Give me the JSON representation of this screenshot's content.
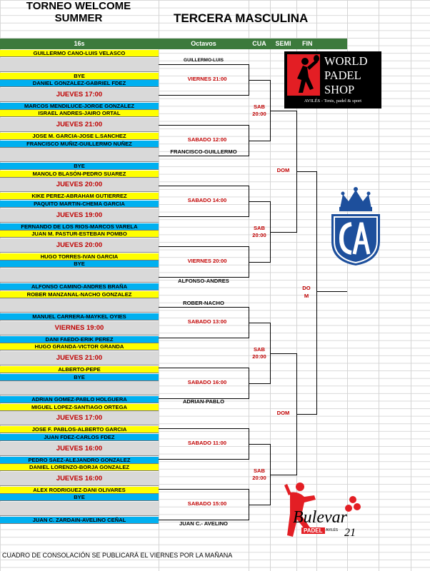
{
  "title1": "TORNEO WELCOME SUMMER",
  "title2": "TERCERA MASCULINA",
  "headers": {
    "h16": "16s",
    "oct": "Octavos",
    "cua": "CUA",
    "semi": "SEMI",
    "fin": "FIN"
  },
  "rows": [
    "GUILLERMO CANO-LUIS VELASCO",
    "",
    "BYE",
    "DANIEL GONZALEZ-GABRIEL FDEZ",
    "JUEVES 17:00",
    "MARCOS MENDILUCE-JORGE GONZALEZ",
    "ISRAEL ANDRES-JAIRO ORTAL",
    "JUEVES 21:00",
    "JOSE M. GARCIA-JOSE L.SANCHEZ",
    "FRANCISCO MUÑIZ-GUILLERMO NUÑEZ",
    "",
    "BYE",
    "MANOLO BLASÓN-PEDRO SUAREZ",
    "JUEVES 20:00",
    "KIKE PEREZ-ABRAHAM GUTIERREZ",
    "PAQUITO MARTIN-CHEMA GARCIA",
    "JUEVES 19:00",
    "FERNANDO DE LOS RIOS-MARCOS VARELA",
    "JUAN M. PASTUR-ESTEBAN POMBO",
    "JUEVES 20:00",
    "HUGO TORRES-IVAN GARCIA",
    "BYE",
    "",
    "ALFONSO CAMINO-ANDRES BRAÑA",
    "ROBER MANZANAL-NACHO GONZALEZ",
    "",
    "MANUEL CARRERA-MAYKEL OYIES",
    "VIERNES 19:00",
    "DANI FAEDO-ERIK PEREZ",
    "HUGO GRANDA-VICTOR GRANDA",
    "JUEVES 21:00",
    "ALBERTO-PEPE",
    "BYE",
    "",
    "ADRIAN GOMEZ-PABLO HOLGUERA",
    "MIGUEL LOPEZ-SANTIAGO ORTEGA",
    "JUEVES 17:00",
    "JOSE F. PABLOS-ALBERTO GARCIA",
    "JUAN FDEZ-CARLOS FDEZ",
    "JUEVES 16:00",
    "PEDRO SAEZ-ALEJANDRO GONZALEZ",
    "DANIEL LORENZO-BORJA GONZALEZ",
    "JUEVES 16:00",
    "ALEX RODRIGUEZ-DANI OLIVARES",
    "BYE",
    "",
    "JUAN C. ZARDAIN-AVELINO CEÑAL"
  ],
  "octavos": {
    "labels": [
      "VIERNES 21:00",
      "SABADO 12:00",
      "SABADO 14:00",
      "VIERNES 20:00",
      "SABADO 13:00",
      "SABADO 16:00",
      "SABADO 11:00",
      "SABADO 15:00"
    ],
    "winners": [
      "GUILLERMO-LUIS",
      "FRANCISCO-GUILLERMO",
      "ALFONSO-ANDRES",
      "ROBER-NACHO",
      "ADRIAN-PABLO",
      "JUAN C.- AVELINO"
    ]
  },
  "cuartos": {
    "line1": "SAB",
    "line2": "20:00"
  },
  "semi": "DOM",
  "final": {
    "line1": "DO",
    "line2": "M"
  },
  "logos": {
    "wps_line1": "WORLD",
    "wps_line2": "PADEL",
    "wps_line3": "SHOP",
    "wps_sub": "AVILÉS - Tenis, padel & sport",
    "bulevar": "Bulevar",
    "bulevar_padel": "PADEL",
    "bulevar_aviles": "AVILÉS",
    "bulevar_num": "21"
  },
  "note": "CUADRO DE CONSOLACIÓN SE PUBLICARÁ EL VIERNES POR LA MAÑANA"
}
